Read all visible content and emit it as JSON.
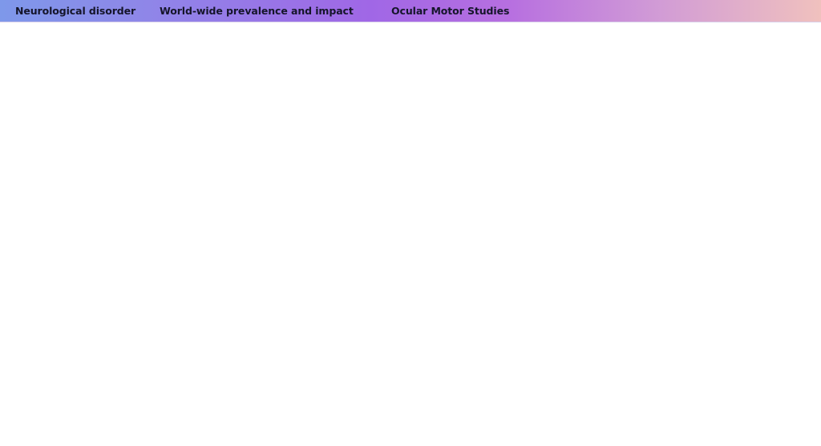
{
  "header": {
    "nav": [
      {
        "label": "Neurological disorder"
      },
      {
        "label": "World-wide prevalence and impact"
      },
      {
        "label": "Ocular Motor Studies"
      }
    ]
  },
  "colors": {
    "gradient_start": "#7e98ea",
    "gradient_mid": "#a067e6",
    "gradient_end": "#f0c1be",
    "nav_text": "#15152a",
    "background": "#ffffff"
  }
}
